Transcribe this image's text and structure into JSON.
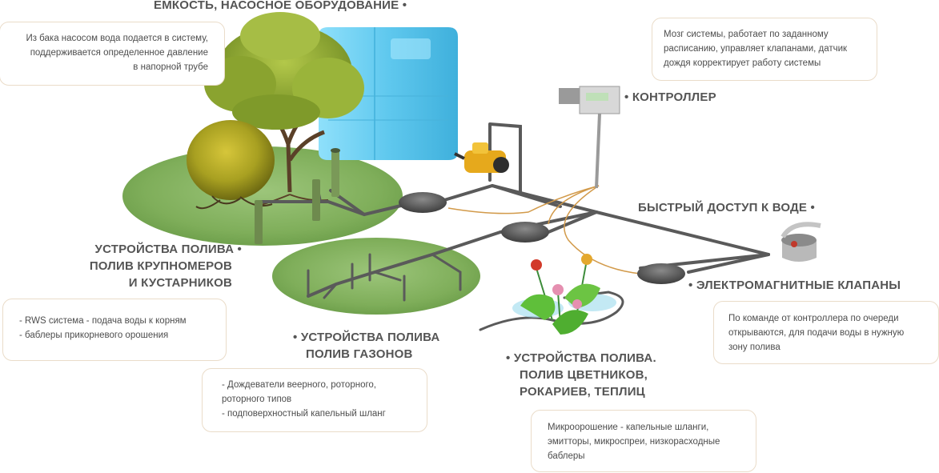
{
  "labels": {
    "tank": {
      "lines": [
        "ЕМКОСТЬ, НАСОСНОЕ ОБОРУДОВАНИЕ"
      ],
      "bullet": "•"
    },
    "controller": {
      "lines": [
        "КОНТРОЛЛЕР"
      ],
      "bullet": "•"
    },
    "quick_access": {
      "lines": [
        "БЫСТРЫЙ ДОСТУП К ВОДЕ"
      ],
      "bullet": "•"
    },
    "shrubs": {
      "lines": [
        "УСТРОЙСТВА ПОЛИВА",
        "ПОЛИВ КРУПНОМЕРОВ",
        "И КУСТАРНИКОВ"
      ],
      "bullet": "•"
    },
    "lawns": {
      "lines": [
        "УСТРОЙСТВА ПОЛИВА",
        "ПОЛИВ ГАЗОНОВ"
      ],
      "bullet": "•"
    },
    "valves": {
      "lines": [
        "ЭЛЕКТРОМАГНИТНЫЕ КЛАПАНЫ"
      ],
      "bullet": "•"
    },
    "flowers": {
      "lines": [
        "УСТРОЙСТВА ПОЛИВА.",
        "ПОЛИВ ЦВЕТНИКОВ,",
        "РОКАРИЕВ, ТЕПЛИЦ"
      ],
      "bullet": "•"
    }
  },
  "boxes": {
    "tank": [
      "Из бака насосом вода подается в систему,",
      "поддерживается определенное давление",
      "в напорной трубе"
    ],
    "controller": [
      "Мозг системы, работает по заданному",
      "расписанию, управляет клапанами, датчик",
      "дождя корректирует работу системы"
    ],
    "shrubs": [
      "- RWS система - подача воды к корням",
      "- баблеры прикорневого орошения"
    ],
    "lawns": [
      "- Дождеватели веерного, роторного,",
      "роторного типов",
      "- подповерхностный капельный шланг"
    ],
    "valves": [
      "По команде от контроллера по очереди",
      "открываются, для подачи воды в нужную",
      "зону полива"
    ],
    "flowers": [
      "Микроорошение - капельные шланги,",
      "эмитторы, микроспреи, низкорасходные",
      "баблеры"
    ]
  },
  "colors": {
    "grass": "#7fae5a",
    "pipe": "#5a5a5a",
    "wire": "#d29a4a",
    "tank": "#6ecff0",
    "box_border": "#eadcc9",
    "text": "#555555"
  },
  "icons": [
    "tree-icon",
    "shrub-icon",
    "water-tank-icon",
    "pump-icon",
    "controller-icon",
    "valve-box-icon",
    "quick-coupler-icon",
    "flower-icon",
    "sprinkler-icon"
  ]
}
